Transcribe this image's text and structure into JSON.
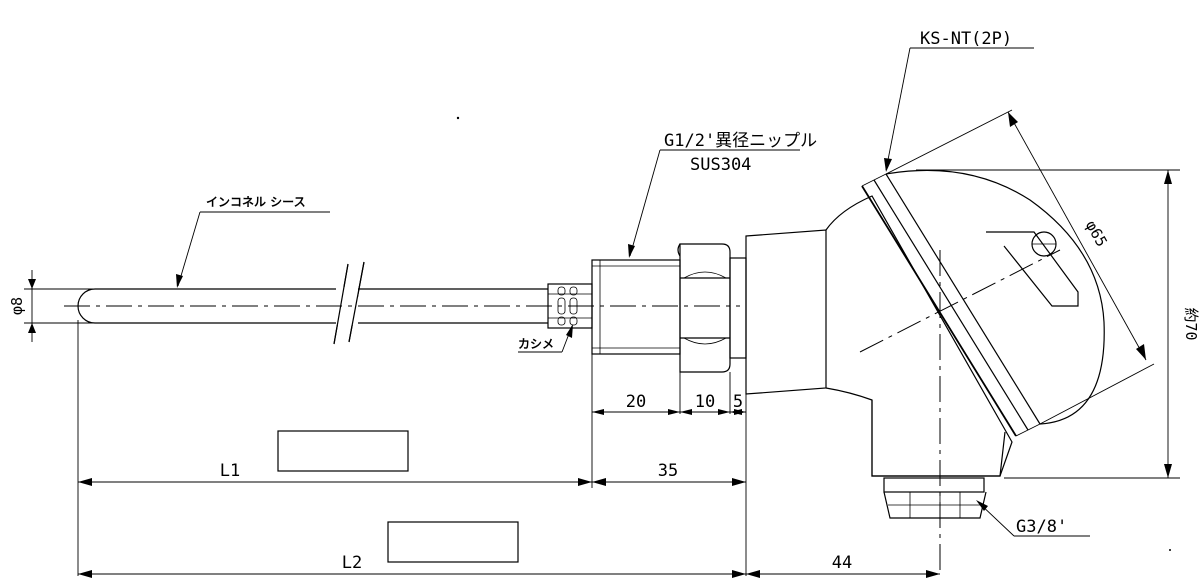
{
  "labels": {
    "head": "KS-NT(2P)",
    "nipple": "G1/2'異径ニップル",
    "material": "SUS304",
    "sheath": "インコネル シース",
    "crimp": "カシメ",
    "thread": "G3/8'"
  },
  "dimensions": {
    "diameter": "φ8",
    "head_dia": "φ65",
    "head_height": "約70",
    "d20": "20",
    "d10": "10",
    "d5": "5",
    "d35": "35",
    "d44": "44",
    "L1": "L1",
    "L2": "L2"
  }
}
